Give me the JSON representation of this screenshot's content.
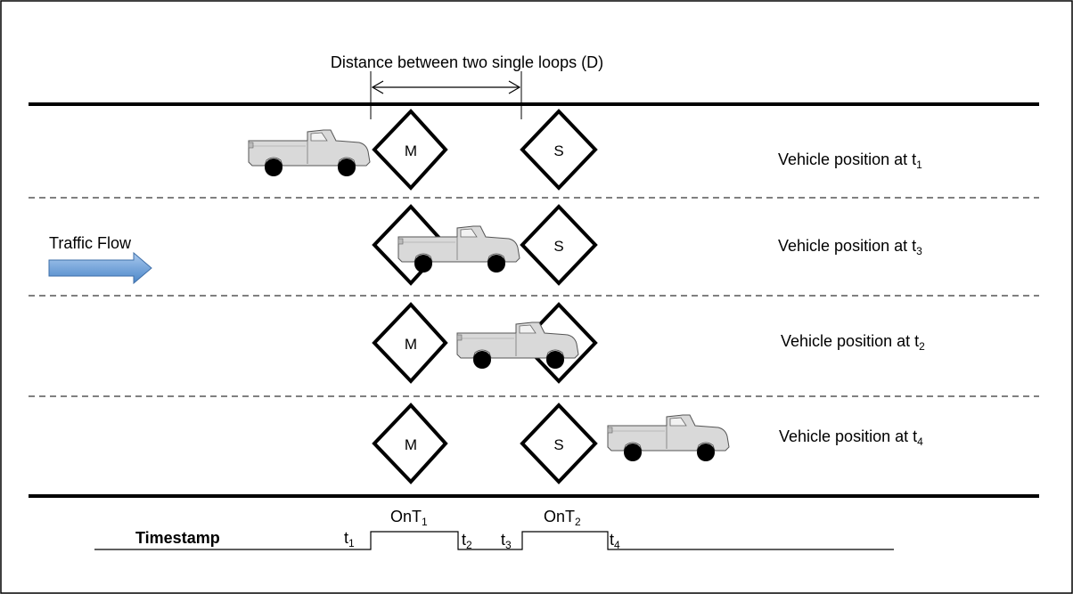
{
  "diagram": {
    "distance_label": "Distance between two single loops (D)",
    "traffic_flow_label": "Traffic Flow",
    "loop_main_label": "M",
    "loop_secondary_label": "S",
    "vehicle_position_prefix": "Vehicle position at t",
    "lanes": [
      {
        "position_subscript": "1"
      },
      {
        "position_subscript": "3"
      },
      {
        "position_subscript": "2"
      },
      {
        "position_subscript": "4"
      }
    ],
    "timestamp": {
      "label": "Timestamp",
      "t_prefix": "t",
      "t1_sub": "1",
      "t2_sub": "2",
      "t3_sub": "3",
      "t4_sub": "4",
      "on_prefix": "OnT",
      "ont1_sub": "1",
      "ont2_sub": "2"
    },
    "colors": {
      "truck_body": "#d9d9d9",
      "arrow": "#5b9bd5"
    }
  }
}
